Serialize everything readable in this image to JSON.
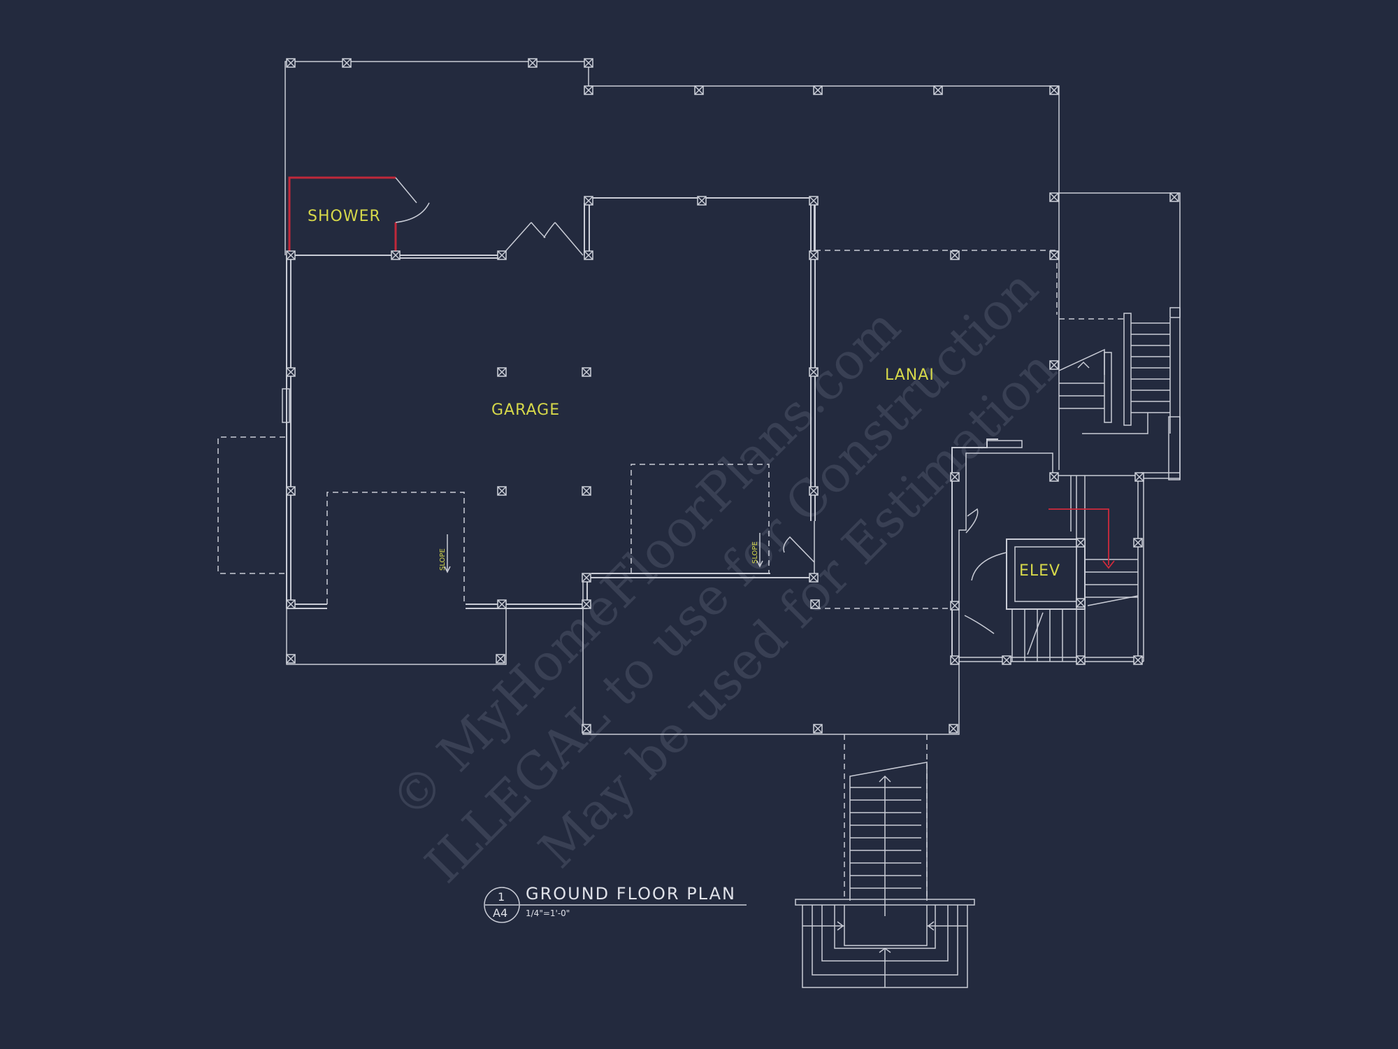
{
  "drawing": {
    "rooms": {
      "shower": "SHOWER",
      "garage": "GARAGE",
      "lanai": "LANAI",
      "elevator": "ELEV"
    },
    "slope_note": "SLOPE",
    "title_block": {
      "detail_number": "1",
      "sheet_number": "A4",
      "title": "GROUND FLOOR PLAN",
      "scale": "1/4\"=1'-0\""
    },
    "watermark": {
      "line1": "© MyHomeFloorPlans.com",
      "line2": "ILLEGAL to use for Construction",
      "line3": "May be used for Estimation"
    }
  },
  "colors": {
    "background": "#232a3e",
    "lines": "#c9ccd6",
    "labels": "#d6d84a",
    "highlight": "#c0283a",
    "watermark": "#4b5266"
  }
}
